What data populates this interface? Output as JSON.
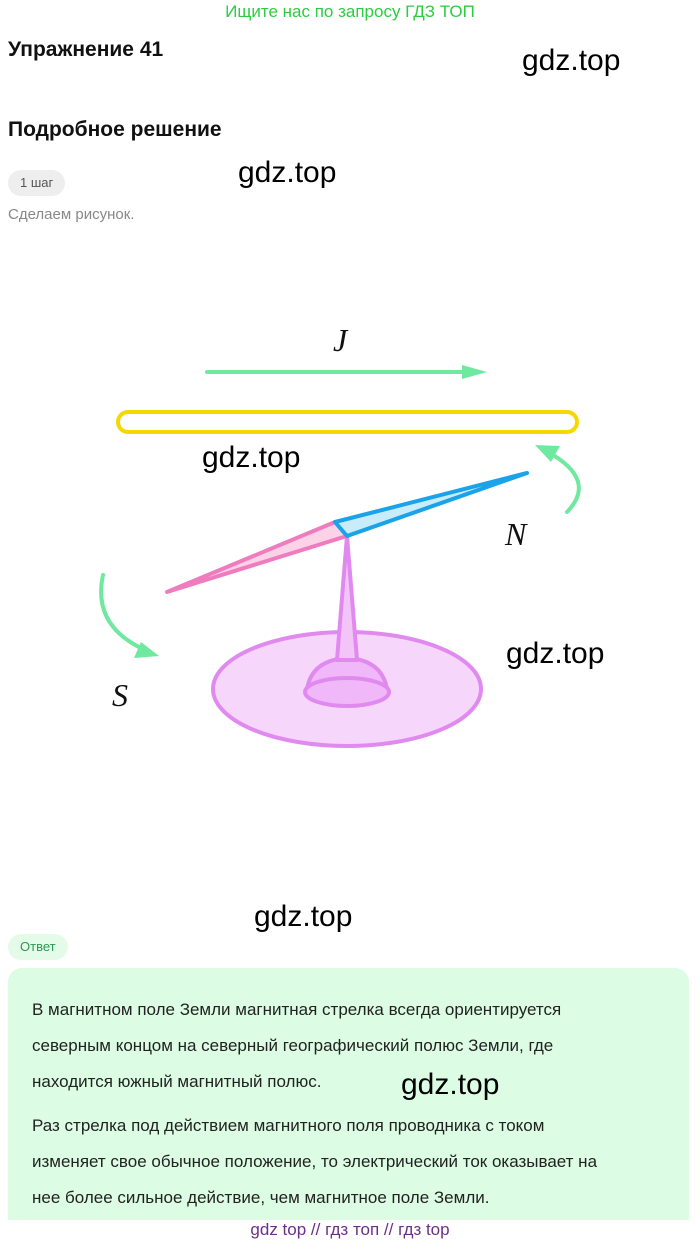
{
  "banner": "Ищите нас по запросу ГДЗ ТОП",
  "exercise_title": "Упражнение 41",
  "section_title": "Подробное решение",
  "step": {
    "badge": "1 шаг",
    "text": "Сделаем рисунок."
  },
  "diagram": {
    "label_current": "J",
    "label_north": "N",
    "label_south": "S"
  },
  "watermark": "gdz.top",
  "answer": {
    "badge": "Ответ",
    "paragraphs": [
      [
        "В магнитном поле Земли магнитная стрелка всегда ориентируется",
        "северным концом на северный географический полюс Земли, где",
        "находится южный магнитный полюс."
      ],
      [
        "Раз стрелка под действием магнитного поля проводника с током",
        "изменяет свое обычное положение, то электрический ток оказывает на",
        "нее более сильное действие, чем магнитное поле Земли."
      ]
    ]
  },
  "footer": "gdz top  //  гдз топ  //  гдз top",
  "colors": {
    "banner": "#2ecc40",
    "wire": "#f5d800",
    "arrow": "#6fe8a0",
    "needle_north": "#1aa3e8",
    "needle_south": "#f07cc0",
    "stand": "#e08af0",
    "answer_bg": "#dcfce3",
    "footer": "#6b2f8c"
  }
}
